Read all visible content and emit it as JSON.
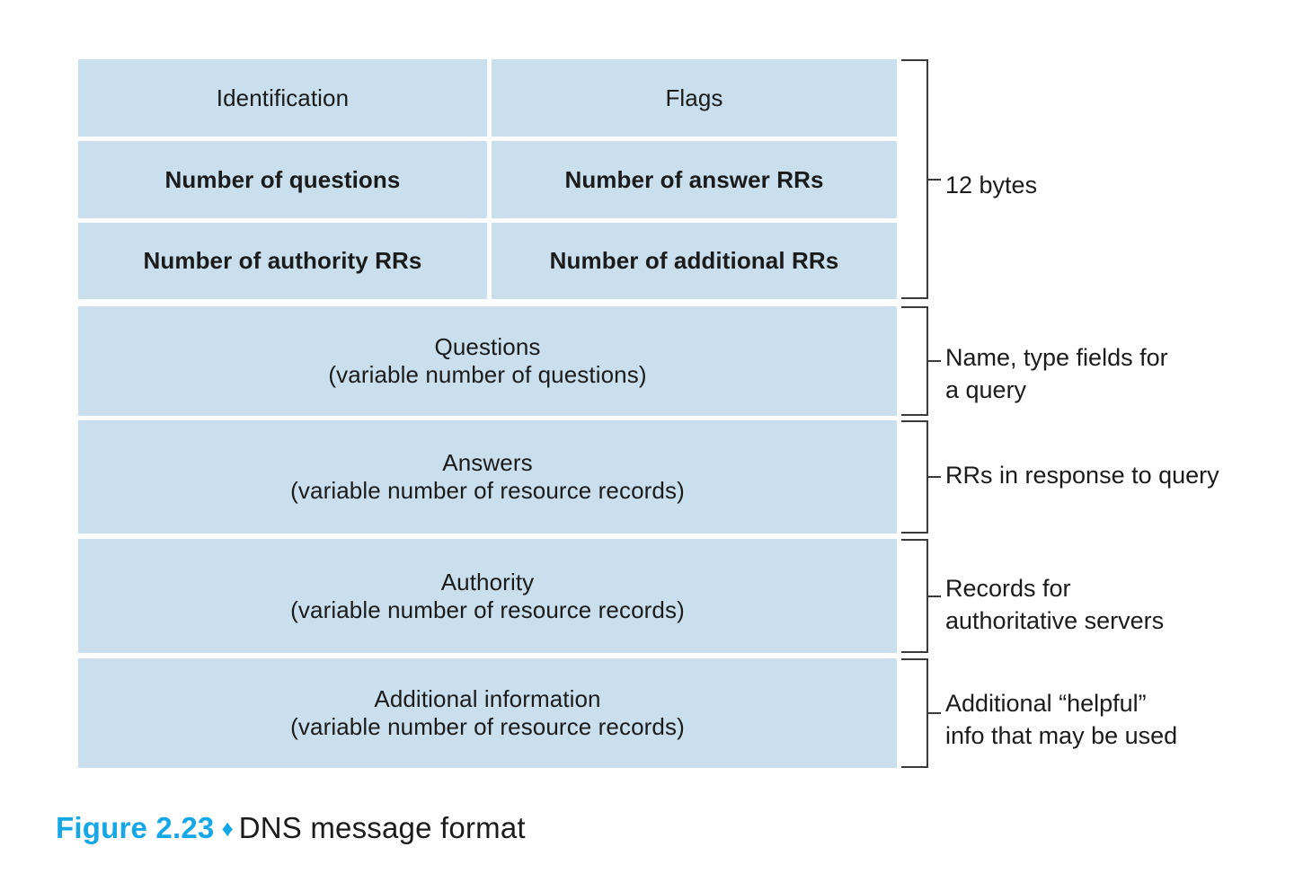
{
  "figure": {
    "caption": {
      "figure_label": "Figure 2.23",
      "diamond": "♦",
      "title": "DNS message format"
    },
    "colors": {
      "box_fill": "#c9dfed",
      "accent_blue": "#16a8e6",
      "text": "#1b1b1b",
      "bracket_line": "#3a3a3a",
      "background": "#ffffff"
    },
    "header_rows": [
      {
        "left": "Identification",
        "right": "Flags"
      },
      {
        "left": "Number of questions",
        "right": "Number of answer RRs"
      },
      {
        "left": "Number of authority RRs",
        "right": "Number of additional RRs"
      }
    ],
    "sections": [
      {
        "title": "Questions",
        "subtitle": "(variable number of questions)"
      },
      {
        "title": "Answers",
        "subtitle": "(variable number of resource records)"
      },
      {
        "title": "Authority",
        "subtitle": "(variable number of resource records)"
      },
      {
        "title": "Additional information",
        "subtitle": "(variable number of resource records)"
      }
    ],
    "annotations": [
      {
        "line1": "12 bytes",
        "line2": ""
      },
      {
        "line1": "Name, type fields for",
        "line2": "a query"
      },
      {
        "line1": "RRs in response to query",
        "line2": ""
      },
      {
        "line1": "Records for",
        "line2": "authoritative servers"
      },
      {
        "line1": "Additional “helpful”",
        "line2": "info that may be used"
      }
    ]
  }
}
